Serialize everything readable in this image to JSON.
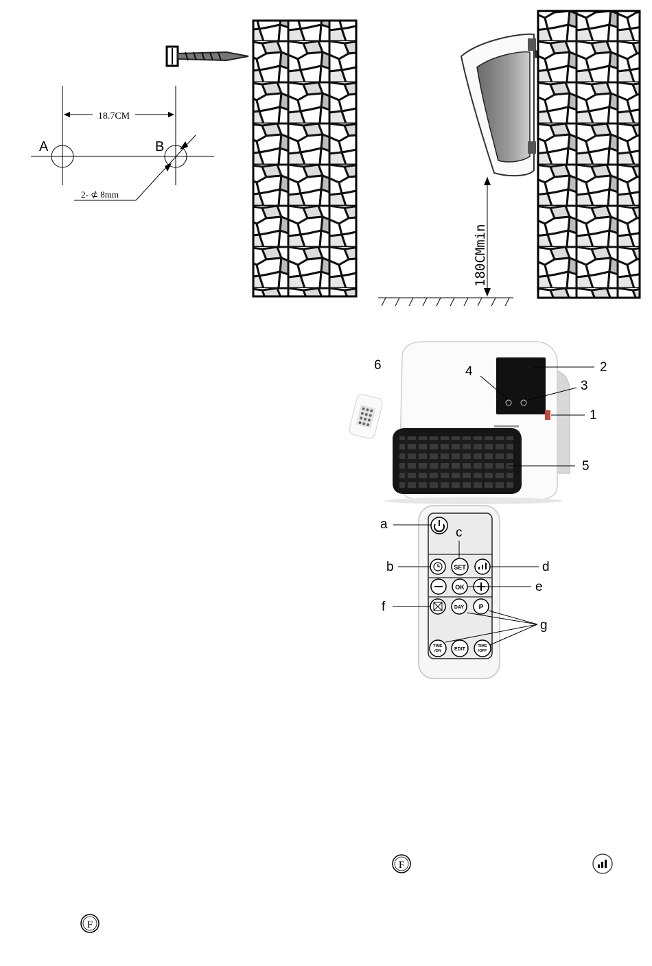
{
  "mounting": {
    "distance_label": "18.7CM",
    "point_a": "A",
    "point_b": "B",
    "hole_spec": "2- ⊄ 8mm",
    "min_height": "180CMmin"
  },
  "heater": {
    "callouts": [
      "1",
      "2",
      "3",
      "4",
      "5",
      "6"
    ]
  },
  "remote": {
    "callouts": {
      "a": "a",
      "b": "b",
      "c": "c",
      "d": "d",
      "e": "e",
      "f": "f",
      "g": "g"
    },
    "buttons": {
      "set": "SET",
      "ok": "OK",
      "day": "DAY",
      "p": "P",
      "time_on_1": "TIME",
      "time_on_2": "/ON",
      "edit": "EDIT",
      "time_off_1": "TIME",
      "time_off_2": "/OFF"
    }
  },
  "inline_icons": {
    "f_symbol": "F"
  }
}
